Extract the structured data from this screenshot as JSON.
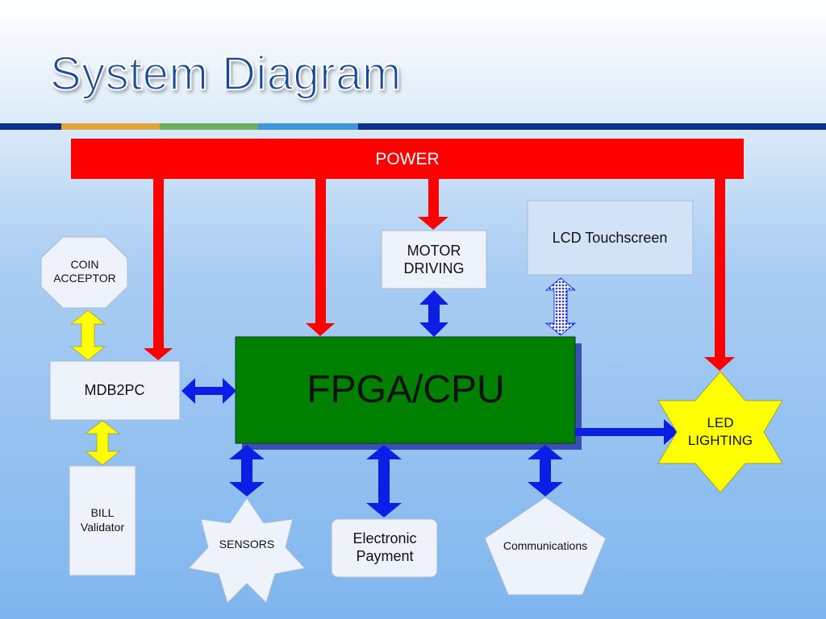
{
  "slide": {
    "title": "System Diagram"
  },
  "diagram": {
    "power": "POWER",
    "cpu": "FPGA/CPU",
    "motor": [
      "MOTOR",
      "DRIVING"
    ],
    "lcd": "LCD Touchscreen",
    "coin": [
      "COIN",
      "ACCEPTOR"
    ],
    "mdb": "MDB2PC",
    "bill": [
      "BILL",
      "Validator"
    ],
    "sensors": "SENSORS",
    "payment": [
      "Electronic",
      "Payment"
    ],
    "comms": "Communications",
    "led": [
      "LED",
      "LIGHTING"
    ]
  },
  "colors": {
    "power": "#ff0000",
    "cpu": "#008000",
    "data_arrow": "#0a1ee6",
    "mdb_arrow": "#ffff00",
    "star": "#ffff00",
    "box_fill": "#eef3fb",
    "title_bar": "#0a2f8c"
  }
}
